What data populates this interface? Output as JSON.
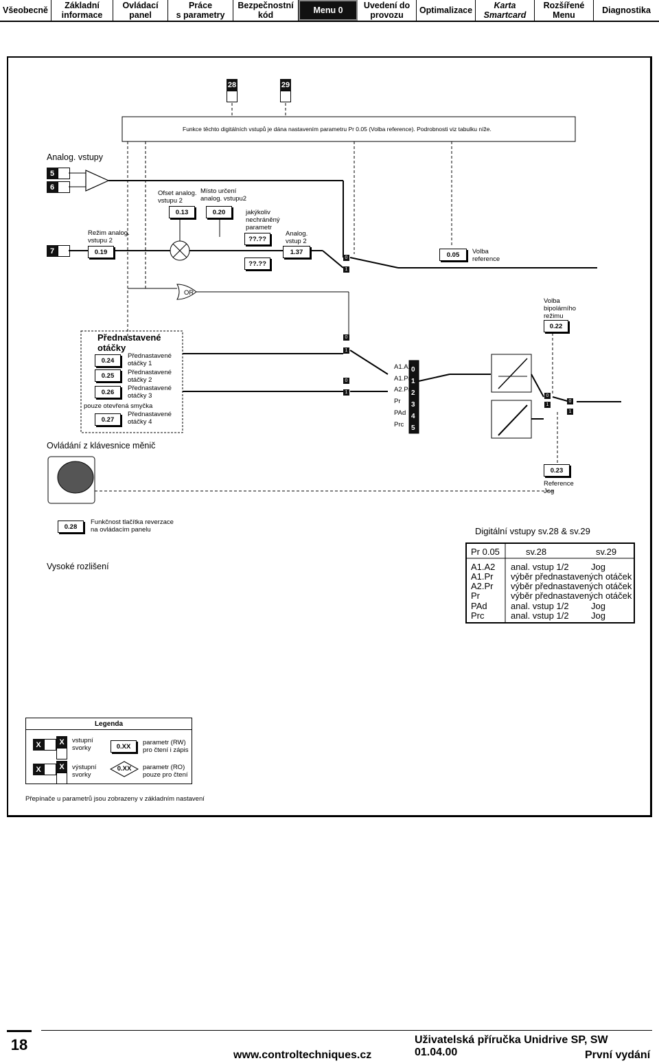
{
  "nav": {
    "tabs": [
      {
        "label": "Všeobecně"
      },
      {
        "label": "Základní\ninformace"
      },
      {
        "label": "Ovládací\npanel"
      },
      {
        "label": "Práce\ns parametry"
      },
      {
        "label": "Bezpečnostní\nkód"
      },
      {
        "label": "Menu 0",
        "active": true
      },
      {
        "label": "Uvedení do\nprovozu"
      },
      {
        "label": "Optimalizace"
      },
      {
        "label": "Karta\nSmartcard"
      },
      {
        "label": "Rozšířené\nMenu"
      },
      {
        "label": "Diagnostika"
      }
    ]
  },
  "diagram": {
    "top_terminals": [
      "28",
      "29"
    ],
    "note": "Funkce těchto digitálních vstupů je dána nastavením parametru Pr 0.05 (Volba reference). Podrobnosti viz tabulku níže.",
    "analog_inputs_title": "Analog. vstupy",
    "input_terminals": [
      "5",
      "6",
      "7"
    ],
    "analog2_mode_label": "Režim analog.\nvstupu 2",
    "p019": "0.19",
    "offset_label": "Ofset analog.\nvstupu 2",
    "p013": "0.13",
    "dest_label": "Místo určení\nanalog. vstupu2",
    "p020": "0.20",
    "any_param_label": "jakýkoliv\nnechráněný\nparametr",
    "q1": "??.??",
    "q2": "??.??",
    "analog2_label": "Analog.\nvstup 2",
    "p137": "1.37",
    "p005": "0.05",
    "ref_select_label": "Volba\nreference",
    "or_label": "OR",
    "bipolar_label": "Volba\nbipolárního\nrežimu",
    "p022": "0.22",
    "preset_title": "Přednastavené\notáčky",
    "presets": [
      {
        "param": "0.24",
        "label": "Přednastavené\notáčky 1"
      },
      {
        "param": "0.25",
        "label": "Přednastavené\notáčky 2"
      },
      {
        "param": "0.26",
        "label": "Přednastavené\notáčky 3"
      },
      {
        "param": "0.27",
        "label": "Přednastavené\notáčky 4"
      }
    ],
    "open_loop_only": "pouze otevřená smyčka",
    "keypad_title": "Ovládání z klávesnice měnič",
    "selector_labels": [
      "A1.A2",
      "A1.Pr",
      "A2.Pr",
      "Pr",
      "PAd",
      "Prc"
    ],
    "selector_numbers": [
      "0",
      "1",
      "2",
      "3",
      "4",
      "5"
    ],
    "p023": "0.23",
    "jog_label": "Reference\nJog",
    "p028": "0.28",
    "reverse_label": "Funkčnost tlačítka reverzace\nna ovládacím panelu",
    "high_res_label": "Vysoké rozlišení",
    "switch_labels": {
      "zero": "0",
      "one": "1"
    },
    "dig_inputs_title": "Digitální vstupy sv.28 & sv.29"
  },
  "table": {
    "headers": [
      "Pr 0.05",
      "sv.28",
      "sv.29"
    ],
    "rows": [
      {
        "mode": "A1.A2",
        "in28": "anal. vstup 1/2",
        "in29": "Jog"
      },
      {
        "mode": "A1.Pr",
        "in28": "výběr přednastavených otáček",
        "in29": ""
      },
      {
        "mode": "A2.Pr",
        "in28": "výběr přednastavených otáček",
        "in29": ""
      },
      {
        "mode": "Pr",
        "in28": "výběr přednastavených otáček",
        "in29": ""
      },
      {
        "mode": "PAd",
        "in28": "anal. vstup 1/2",
        "in29": "Jog"
      },
      {
        "mode": "Prc",
        "in28": "anal. vstup 1/2",
        "in29": "Jog"
      }
    ]
  },
  "legend": {
    "title": "Legenda",
    "symbol": "X",
    "input_label": "vstupní\nsvorky",
    "output_label": "výstupní\nsvorky",
    "rw_param": "0.XX",
    "rw_label": "parametr (RW)\npro čtení i zápis",
    "ro_param": "0.XX",
    "ro_label": "parametr (RO)\npouze pro čtení",
    "switch_note": "Přepínače u parametrů jsou zobrazeny v základním nastavení"
  },
  "footer": {
    "page_number": "18",
    "title": "Uživatelská příručka Unidrive SP, SW 01.04.00",
    "url": "www.controltechniques.cz",
    "edition": "První vydání"
  }
}
